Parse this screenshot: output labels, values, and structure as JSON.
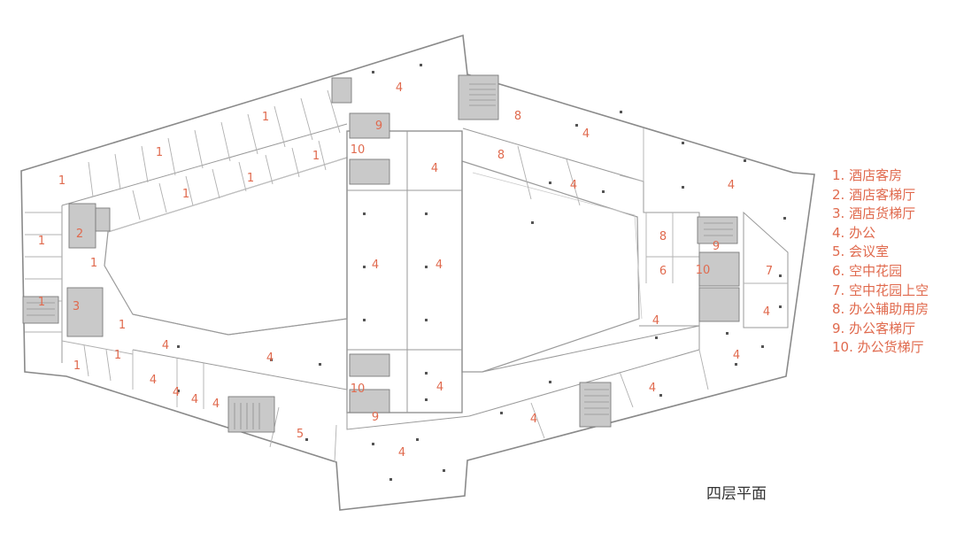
{
  "plan": {
    "caption": "四层平面",
    "accent_color": "#e06a4e",
    "room_labels": [
      "1",
      "1",
      "1",
      "1",
      "1",
      "1",
      "1",
      "1",
      "1",
      "1",
      "1",
      "1",
      "2",
      "3",
      "4",
      "4",
      "4",
      "4",
      "4",
      "4",
      "4",
      "4",
      "4",
      "4",
      "4",
      "4",
      "4",
      "4",
      "4",
      "4",
      "4",
      "4",
      "4",
      "4",
      "5",
      "6",
      "7",
      "8",
      "8",
      "8",
      "9",
      "9",
      "9",
      "10",
      "10",
      "10"
    ]
  },
  "legend": {
    "items": [
      "1. 酒店客房",
      "2. 酒店客梯厅",
      "3. 酒店货梯厅",
      "4. 办公",
      "5. 会议室",
      "6. 空中花园",
      "7. 空中花园上空",
      "8. 办公辅助用房",
      "9. 办公客梯厅",
      "10. 办公货梯厅"
    ]
  }
}
